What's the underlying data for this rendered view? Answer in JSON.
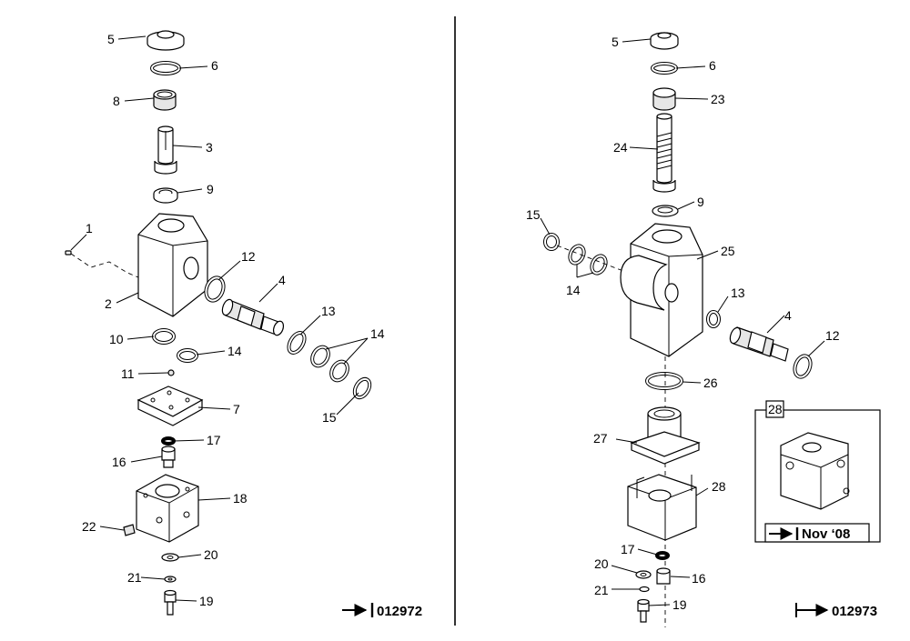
{
  "left_diagram": {
    "serial": "012972",
    "callouts": [
      "5",
      "6",
      "8",
      "3",
      "9",
      "1",
      "2",
      "12",
      "4",
      "13",
      "14",
      "10",
      "14",
      "11",
      "15",
      "7",
      "17",
      "16",
      "18",
      "22",
      "20",
      "21",
      "19"
    ]
  },
  "right_diagram": {
    "serial": "012973",
    "callouts": [
      "5",
      "6",
      "23",
      "24",
      "9",
      "15",
      "25",
      "14",
      "13",
      "4",
      "12",
      "26",
      "27",
      "28",
      "17",
      "20",
      "16",
      "21",
      "19"
    ],
    "inset": {
      "number": "28",
      "note": "Nov ‘08"
    }
  }
}
